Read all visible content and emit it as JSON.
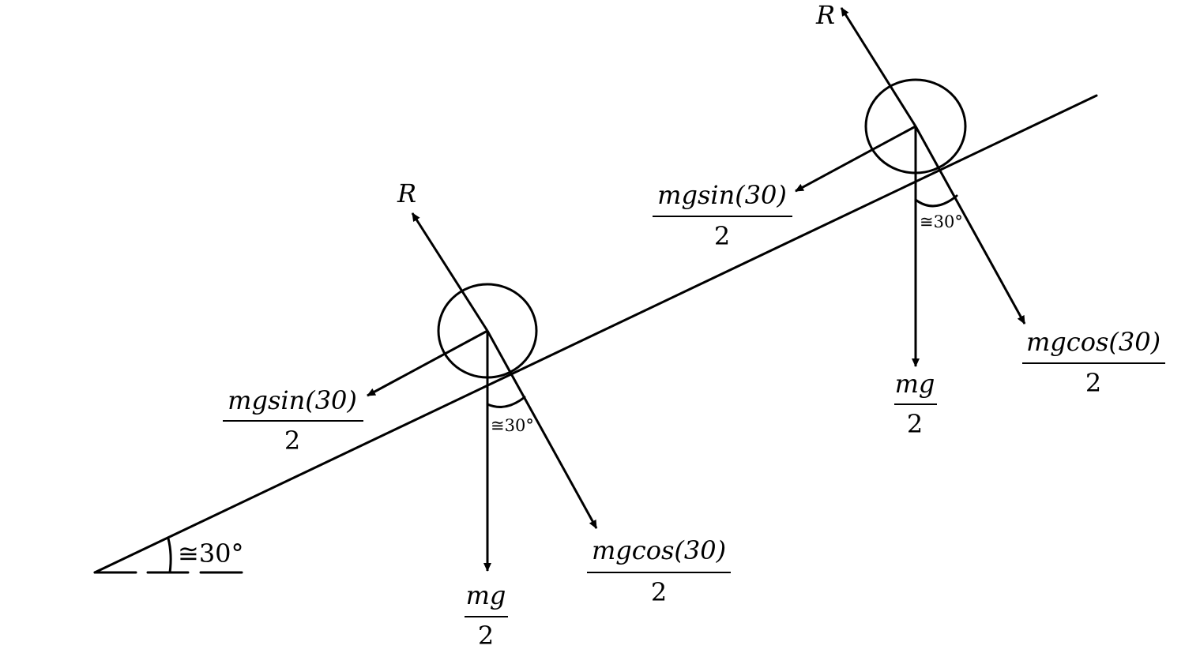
{
  "ground_angle": "≅30°",
  "ball_lower": {
    "normal_label": "R",
    "parallel_num": "mgsin(30)",
    "parallel_den": "2",
    "perp_num": "mgcos(30)",
    "perp_den": "2",
    "weight_num": "mg",
    "weight_den": "2",
    "angle_label": "≅30°"
  },
  "ball_upper": {
    "normal_label": "R",
    "parallel_num": "mgsin(30)",
    "parallel_den": "2",
    "perp_num": "mgcos(30)",
    "perp_den": "2",
    "weight_num": "mg",
    "weight_den": "2",
    "angle_label": "≅30°"
  }
}
